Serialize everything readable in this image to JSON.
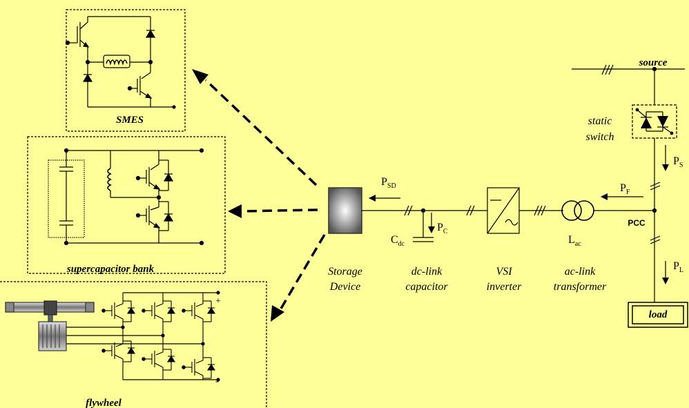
{
  "storage_options": {
    "smes": "SMES",
    "supercap": "supercapacitor bank",
    "flywheel": "flywheel"
  },
  "labels": {
    "source": "source",
    "static_switch_1": "static",
    "static_switch_2": "switch",
    "load": "load",
    "pcc": "PCC",
    "storage_1": "Storage",
    "storage_2": "Device",
    "dclink_1": "dc-link",
    "dclink_2": "capacitor",
    "vsi_1": "VSI",
    "vsi_2": "inverter",
    "aclink_1": "ac-link",
    "aclink_2": "transformer",
    "cdc_main": "C",
    "cdc_sub": "dc",
    "lac_main": "L",
    "lac_sub": "ac",
    "psd_main": "P",
    "psd_sub": "SD",
    "pc_main": "P",
    "pc_sub": "C",
    "ps_main": "P",
    "ps_sub": "S",
    "pf_main": "P",
    "pf_sub": "F",
    "pl_main": "P",
    "pl_sub": "L",
    "plus": "+",
    "minus": "-"
  },
  "colors": {
    "background": "#FFFF99",
    "line": "#000000",
    "storage_box_edge": "#555555"
  }
}
